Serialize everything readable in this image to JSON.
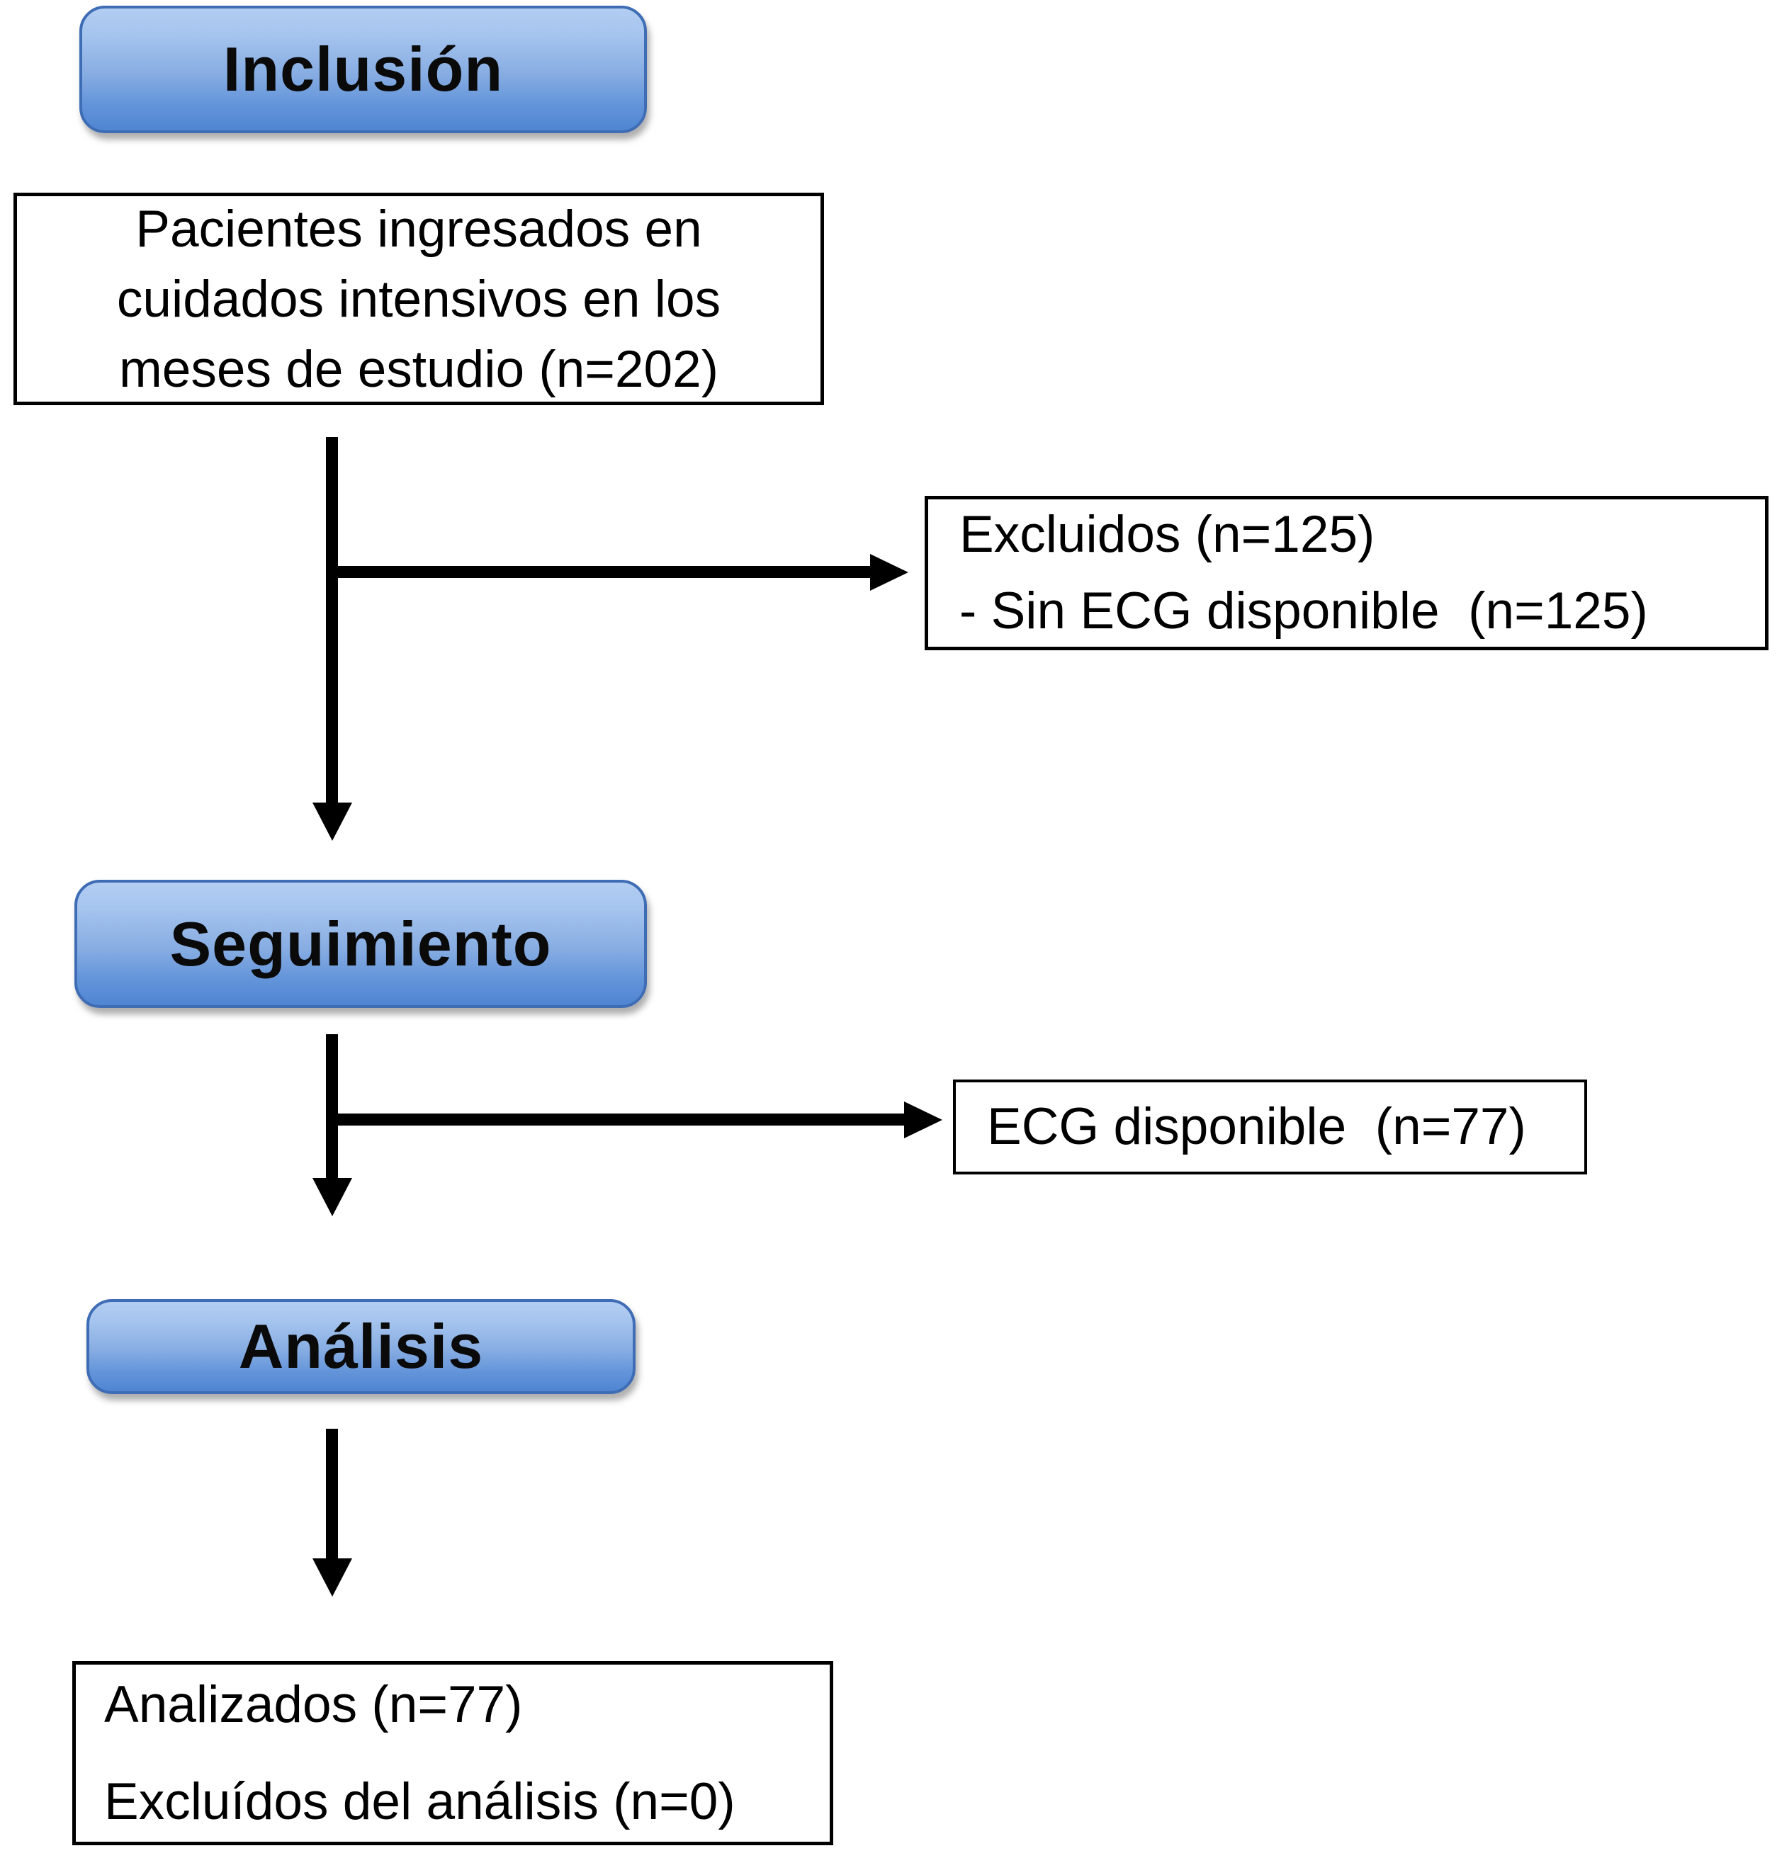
{
  "diagram": {
    "type": "flowchart",
    "language": "es",
    "stage_buttons": [
      {
        "id": "inclusion",
        "label": "Inclusión"
      },
      {
        "id": "seguimiento",
        "label": "Seguimiento"
      },
      {
        "id": "analisis",
        "label": "Análisis"
      }
    ],
    "boxes": {
      "patients": {
        "line1": "Pacientes ingresados en",
        "line2": "cuidados intensivos en los",
        "line3": "meses de estudio (n=202)"
      },
      "excluded": {
        "line1": "Excluidos (n=125)",
        "line2": "- Sin ECG disponible  (n=125)"
      },
      "ecg": {
        "line1": "ECG disponible  (n=77)"
      },
      "analyzed": {
        "line1": "Analizados (n=77)",
        "line2": "Excluídos del análisis (n=0)"
      }
    },
    "counts": {
      "admitted": 202,
      "excluded": 125,
      "no_ecg_available": 125,
      "ecg_available": 77,
      "analyzed": 77,
      "excluded_from_analysis": 0
    },
    "colors": {
      "button_gradient_top": "#a5c4ee",
      "button_gradient_bottom": "#4f85d2",
      "button_border": "#3f6db5",
      "box_border": "#000000",
      "arrow": "#000000",
      "text": "#000000",
      "background": "#ffffff"
    }
  }
}
